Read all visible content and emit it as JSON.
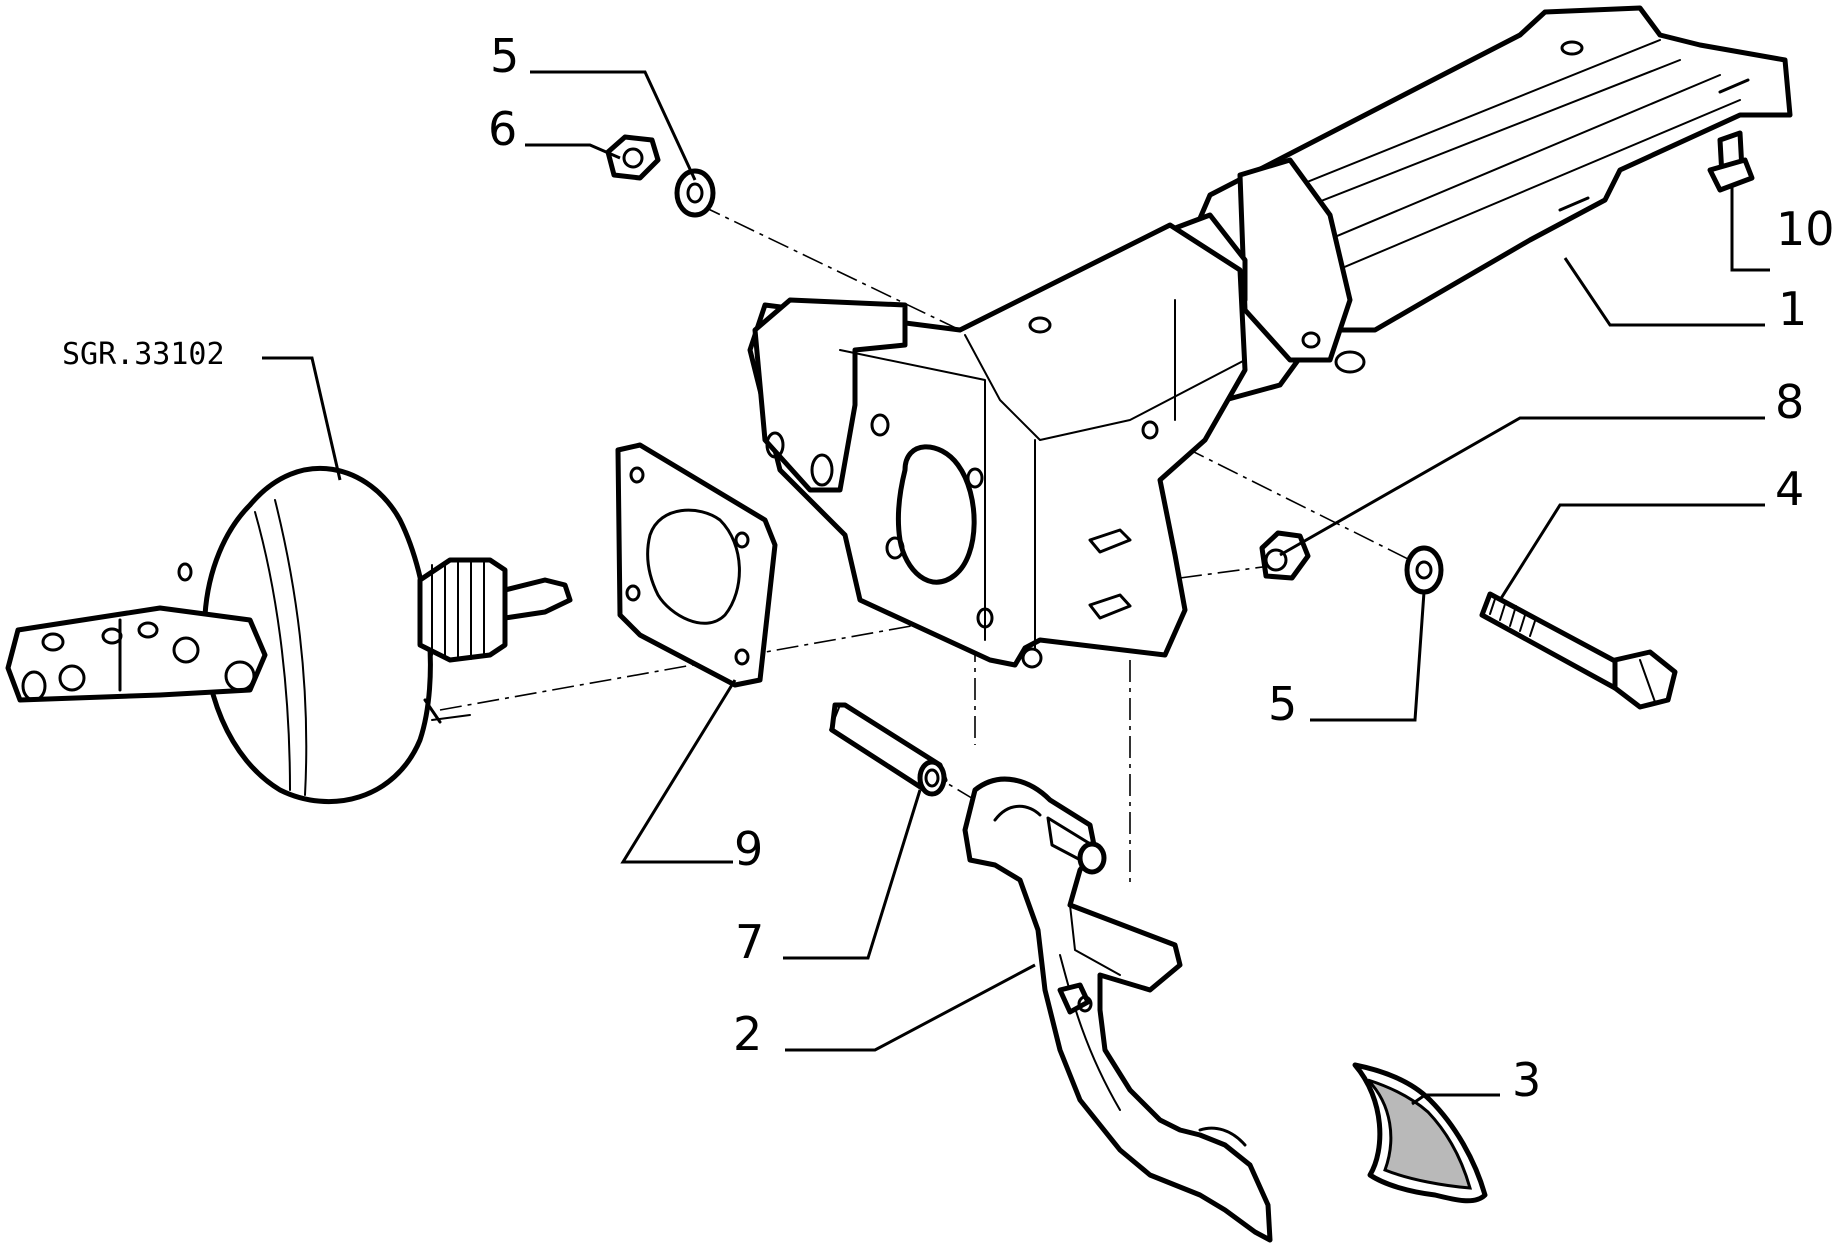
{
  "diagram": {
    "reference_label": "SGR.33102",
    "callouts": [
      {
        "id": "c5a",
        "text": "5"
      },
      {
        "id": "c6",
        "text": "6"
      },
      {
        "id": "c10",
        "text": "10"
      },
      {
        "id": "c1",
        "text": "1"
      },
      {
        "id": "c8",
        "text": "8"
      },
      {
        "id": "c4",
        "text": "4"
      },
      {
        "id": "c5b",
        "text": "5"
      },
      {
        "id": "c9",
        "text": "9"
      },
      {
        "id": "c7",
        "text": "7"
      },
      {
        "id": "c2",
        "text": "2"
      },
      {
        "id": "c3",
        "text": "3"
      }
    ]
  }
}
